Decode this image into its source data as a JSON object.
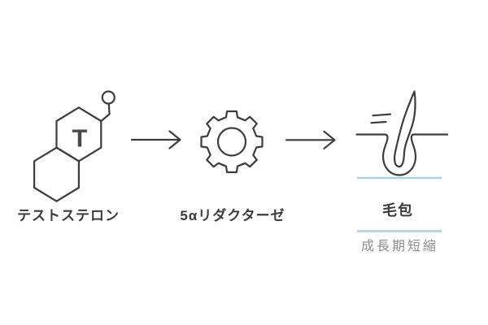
{
  "diagram": {
    "steps": [
      {
        "id": "testosterone",
        "label": "テストステロン",
        "icon": "testosterone-molecule-icon",
        "molecule_letter": "T"
      },
      {
        "id": "5a-reductase",
        "label": "5αリダクターゼ",
        "icon": "gear-icon"
      },
      {
        "id": "hair-follicle",
        "label": "毛包",
        "sublabel": "成長期短縮",
        "icon": "hair-follicle-icon"
      }
    ],
    "connectors": [
      {
        "type": "arrow-right"
      },
      {
        "type": "arrow-right"
      }
    ]
  },
  "colors": {
    "background": "#ffffff",
    "line": "#3d3d3d",
    "label_text": "#3b3b3b",
    "sublabel_text": "#8c8c8c",
    "molecule_letter": "#4a4a4a",
    "accent_underline": "#a9d1e1"
  }
}
